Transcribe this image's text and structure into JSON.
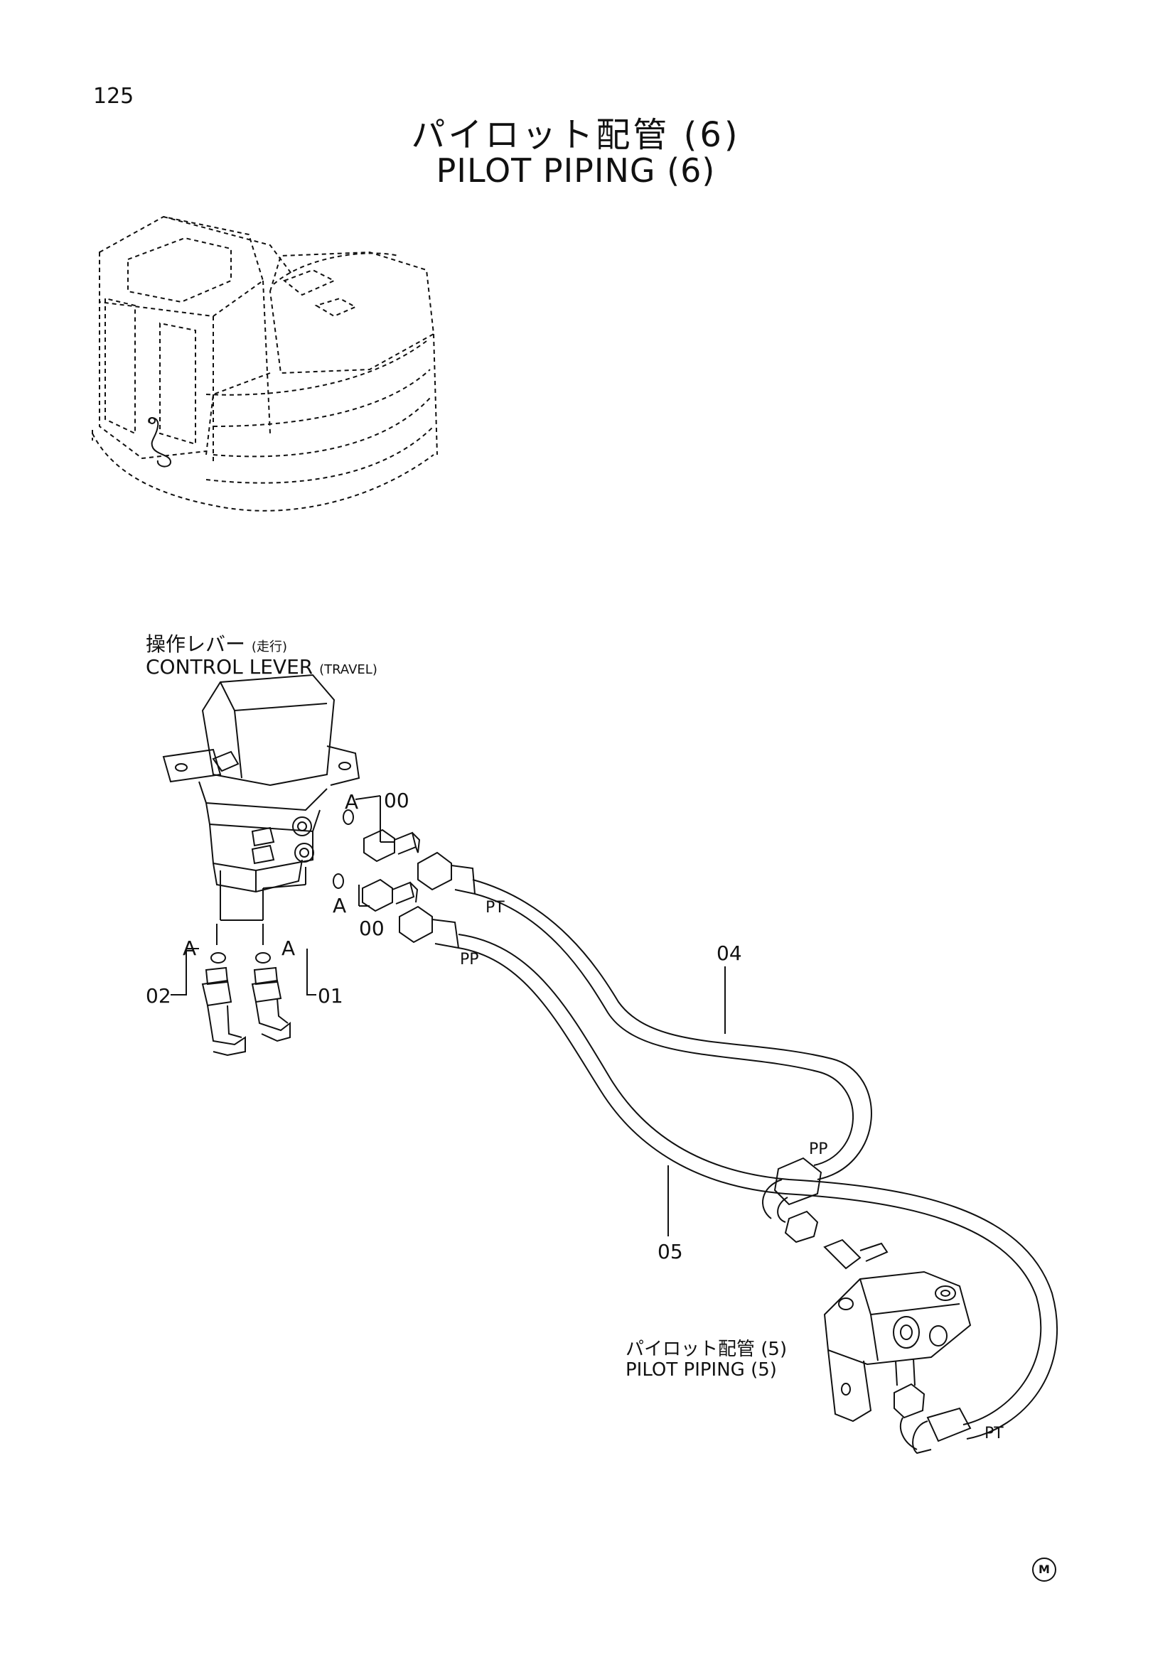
{
  "page_number": "125",
  "title": {
    "jp": "パイロット配管 (6)",
    "en": "PILOT PIPING (6)"
  },
  "labels": {
    "control_lever_jp": "操作レバー",
    "control_lever_jp_sub": "(走行)",
    "control_lever_en": "CONTROL LEVER",
    "control_lever_en_sub": "(TRAVEL)",
    "pilot_piping5_jp": "パイロット配管 (5)",
    "pilot_piping5_en": "PILOT PIPING (5)"
  },
  "callouts": {
    "c00_top": "00",
    "c00_bottom": "00",
    "c01": "01",
    "c02": "02",
    "c04": "04",
    "c05": "05"
  },
  "ports": {
    "a_top": "A",
    "a_mid": "A",
    "a_left": "A",
    "a_right": "A",
    "pt_top": "PT",
    "pp_top": "PP",
    "pp_joint": "PP",
    "pt_bottom": "PT"
  },
  "marks": {
    "corner_mark": "M"
  }
}
